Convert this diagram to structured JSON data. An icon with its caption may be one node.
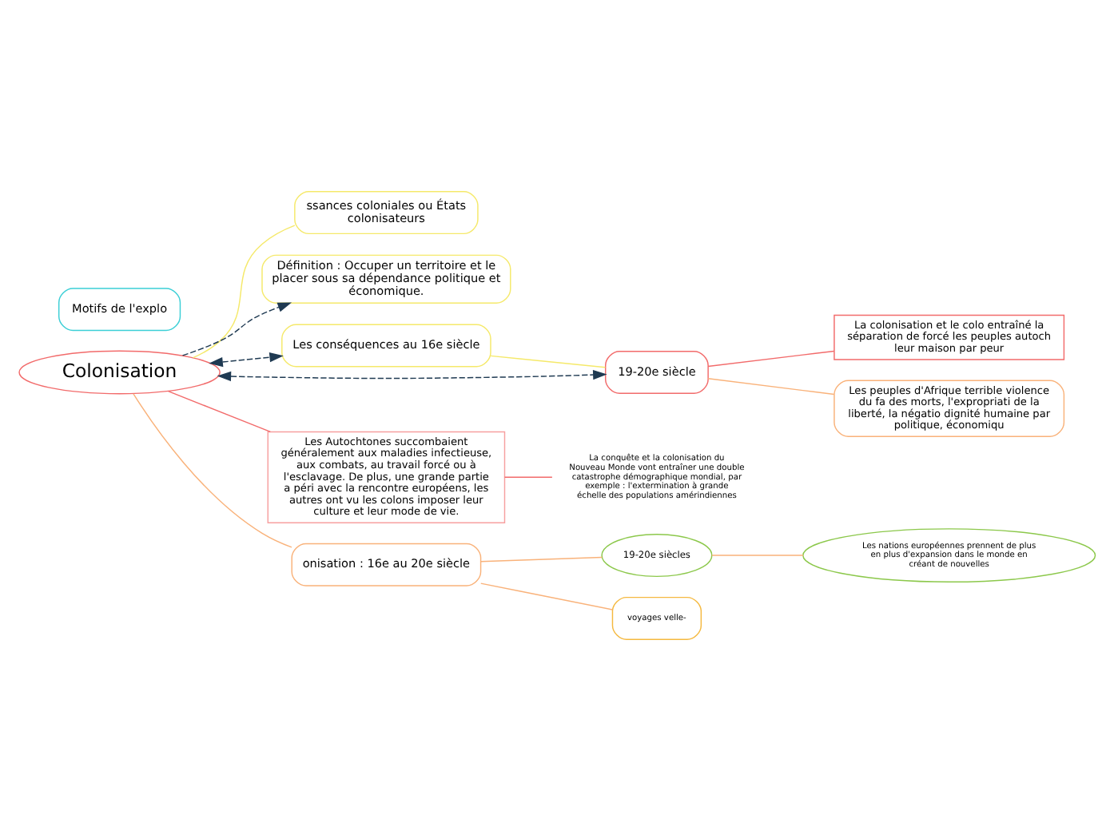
{
  "diagram": {
    "nodes": [
      {
        "text": [
          "Colonisation"
        ]
      },
      {
        "text": [
          "ssances coloniales ou États colonisateurs"
        ]
      },
      {
        "text": [
          "Définition : Occuper un territoire et le placer sous sa dépendance politique et économique."
        ]
      },
      {
        "text": [
          "Motifs de l'explo"
        ]
      },
      {
        "text": [
          "Les conséquences au 16e siècle"
        ]
      },
      {
        "text": [
          "19-20e siècle"
        ]
      },
      {
        "text": [
          "Les Autochtones succombaient généralement aux maladies infectieuse, aux combats, au travail forcé ou à l'esclavage. De plus, une grande partie a péri avec la rencontre européens, les autres ont vu les colons imposer leur culture et leur mode de vie."
        ]
      },
      {
        "text": [
          "La conquête et la colonisation du Nouveau Monde vont entraîner une double catastrophe démographique mondial, par exemple : l'extermination à grande échelle des populations amérindiennes"
        ]
      },
      {
        "text": [
          "La colonisation et le colo entraîné la séparation de forcé les peuples autoch leur maison par peur"
        ]
      },
      {
        "text": [
          "Les peuples d'Afrique terrible violence du fa des morts, l'expropriati de la liberté, la négatio dignité humaine par politique, économiqu"
        ]
      },
      {
        "text": [
          "onisation : 16e au 20e siècle"
        ]
      },
      {
        "text": [
          "19-20e siècles"
        ]
      },
      {
        "text": [
          "Les nations européennes prennent de plus en plus d'expansion dans le monde en créant de nouvelles"
        ]
      },
      {
        "text": [
          "voyages velle-"
        ]
      }
    ],
    "edges": [
      {
        "from": 0,
        "to": 1,
        "arrow": "none",
        "color": "#f5e96a"
      },
      {
        "from": 0,
        "to": 2,
        "arrow": "to",
        "style": "dashed",
        "color": "#1f3a52"
      },
      {
        "from": 0,
        "to": 4,
        "arrow": "both",
        "style": "dashed",
        "color": "#1f3a52"
      },
      {
        "from": 0,
        "to": 5,
        "arrow": "both",
        "style": "dashed",
        "color": "#1f3a52"
      },
      {
        "from": 0,
        "to": 6,
        "arrow": "none"
      },
      {
        "from": 4,
        "to": 5,
        "arrow": "none",
        "color": "#f5e96a"
      },
      {
        "from": 6,
        "to": 7,
        "arrow": "none"
      },
      {
        "from": 5,
        "to": 8,
        "arrow": "none"
      },
      {
        "from": 5,
        "to": 9,
        "arrow": "none",
        "color": "#f9b27a"
      },
      {
        "from": 0,
        "to": 10,
        "arrow": "none",
        "color": "#f9b27a"
      },
      {
        "from": 10,
        "to": 11,
        "arrow": "none",
        "color": "#f9b27a"
      },
      {
        "from": 11,
        "to": 12,
        "arrow": "none",
        "color": "#f9b27a"
      },
      {
        "from": 10,
        "to": 13,
        "arrow": "none",
        "color": "#f9b27a"
      }
    ]
  }
}
